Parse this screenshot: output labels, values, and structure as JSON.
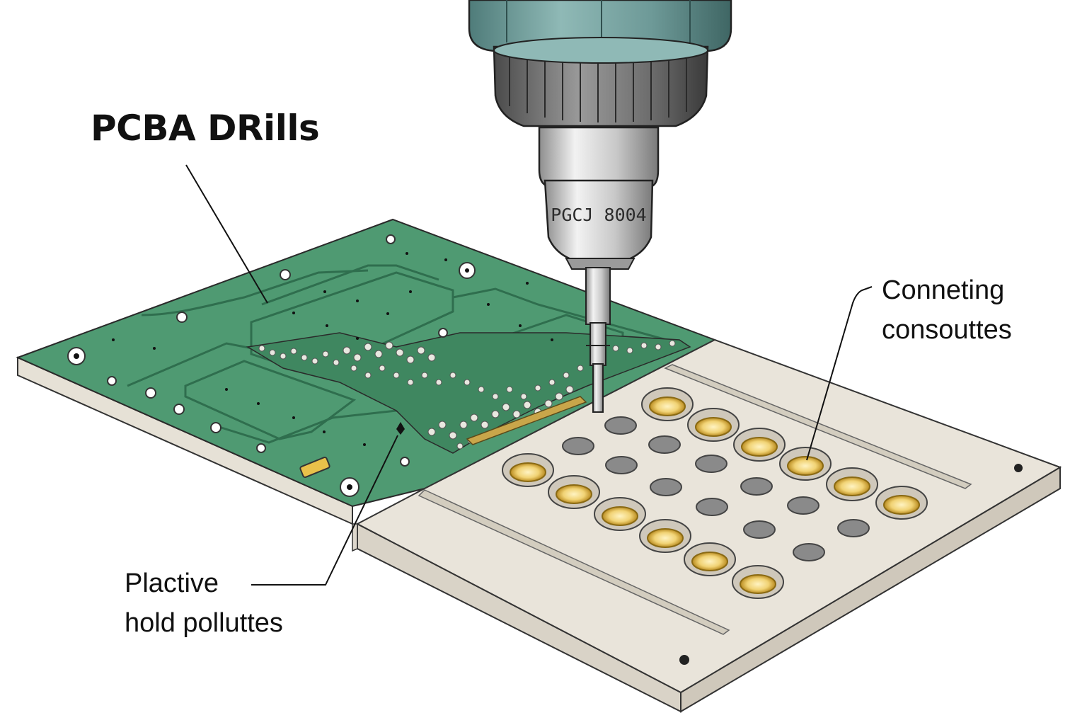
{
  "title": "PCBA DRills",
  "callouts": {
    "connecting": {
      "line1": "Conneting",
      "line2": "consouttes"
    },
    "plactive": {
      "line1": "Plactive",
      "line2": "hold polluttes"
    }
  },
  "drill": {
    "engraving": "PGCJ 8004"
  },
  "colors": {
    "pcb_green": "#4f9a72",
    "pcb_green_dark": "#2f6e4e",
    "fixture": "#e9e4da",
    "fixture_side": "#d9d3c7",
    "drill_body": "#6e9a98",
    "gold": "#e9c14a"
  },
  "icons": [
    "drill-machine-icon",
    "pcb-board-icon",
    "test-fixture-icon"
  ]
}
